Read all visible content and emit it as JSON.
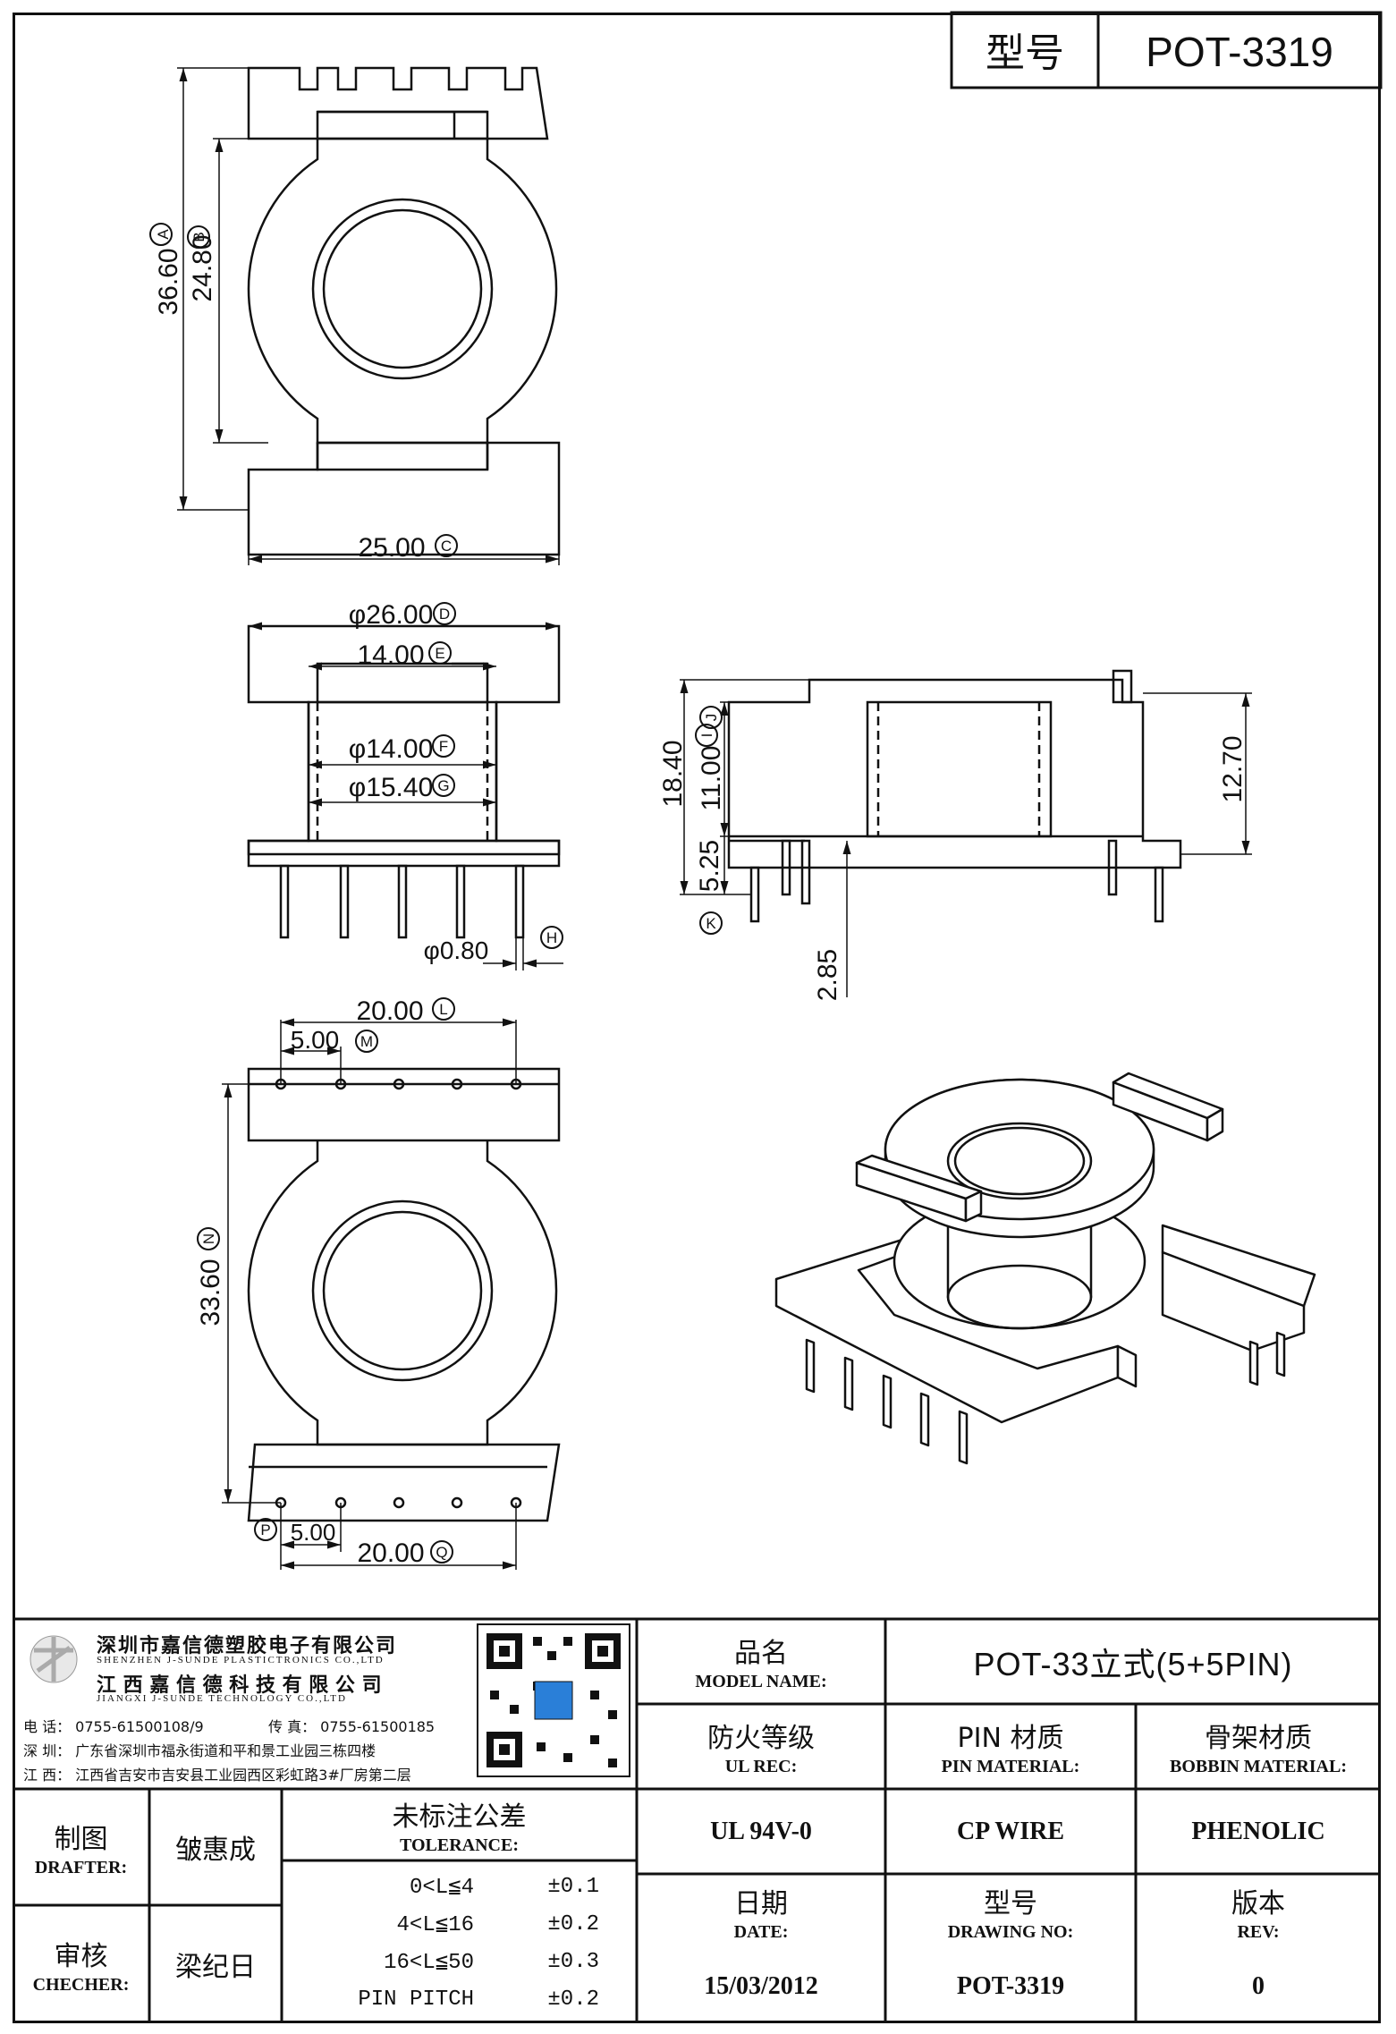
{
  "header": {
    "model_label": "型号",
    "model_value": "POT-3319"
  },
  "dimensions": {
    "A": "36.60",
    "B": "24.80",
    "C": "25.00",
    "D": "φ26.00",
    "E": "14.00",
    "F": "φ14.00",
    "G": "φ15.40",
    "H": "φ0.80",
    "I": "18.40",
    "J": "11.00",
    "K": "5.25",
    "side_height": "12.70",
    "pin_offset": "2.85",
    "L": "20.00",
    "M": "5.00",
    "N": "33.60",
    "Q": "20.00",
    "P": "5.00"
  },
  "markers": {
    "A": "A",
    "B": "B",
    "C": "C",
    "D": "D",
    "E": "E",
    "F": "F",
    "G": "G",
    "H": "H",
    "I": "I",
    "J": "J",
    "K": "K",
    "L": "L",
    "M": "M",
    "N": "N",
    "P": "P",
    "Q": "Q"
  },
  "company": {
    "name_cn": "深圳市嘉信德塑胶电子有限公司",
    "name_en": "SHENZHEN J-SUNDE PLASTICTRONICS CO.,LTD",
    "name2_cn": "江 西 嘉 信 德 科 技 有 限 公 司",
    "name2_en": "JIANGXI J-SUNDE TECHNOLOGY CO.,LTD",
    "phone": "电 话： 0755-61500108/9",
    "fax": "传 真： 0755-61500185",
    "addr_sz": "深 圳： 广东省深圳市福永街道和平和景工业园三栋四楼",
    "addr_jx": "江 西： 江西省吉安市吉安县工业园西区彩虹路3#厂房第二层"
  },
  "title_block": {
    "model_name_cn": "品名",
    "model_name_en": "MODEL NAME:",
    "model_name_value": "POT-33立式(5+5PIN)",
    "ul_cn": "防火等级",
    "ul_en": "UL REC:",
    "pin_mat_cn": "PIN 材质",
    "pin_mat_en": "PIN MATERIAL:",
    "bobbin_mat_cn": "骨架材质",
    "bobbin_mat_en": "BOBBIN MATERIAL:",
    "ul_value": "UL 94V-0",
    "pin_mat_value": "CP WIRE",
    "bobbin_mat_value": "PHENOLIC",
    "date_cn": "日期",
    "date_en": "DATE:",
    "drawing_no_cn": "型号",
    "drawing_no_en": "DRAWING NO:",
    "rev_cn": "版本",
    "rev_en": "REV:",
    "date_value": "15/03/2012",
    "drawing_no_value": "POT-3319",
    "rev_value": "0",
    "drafter_cn": "制图",
    "drafter_en": "DRAFTER:",
    "drafter_value": "皱惠成",
    "checker_cn": "审核",
    "checker_en": "CHECHER:",
    "checker_value": "梁纪日",
    "tolerance_cn": "未标注公差",
    "tolerance_en": "TOLERANCE:",
    "tolerances": [
      {
        "range": "0<L≦4",
        "value": "±0.1"
      },
      {
        "range": "4<L≦16",
        "value": "±0.2"
      },
      {
        "range": "16<L≦50",
        "value": "±0.3"
      },
      {
        "range": "PIN PITCH",
        "value": "±0.2"
      }
    ]
  }
}
